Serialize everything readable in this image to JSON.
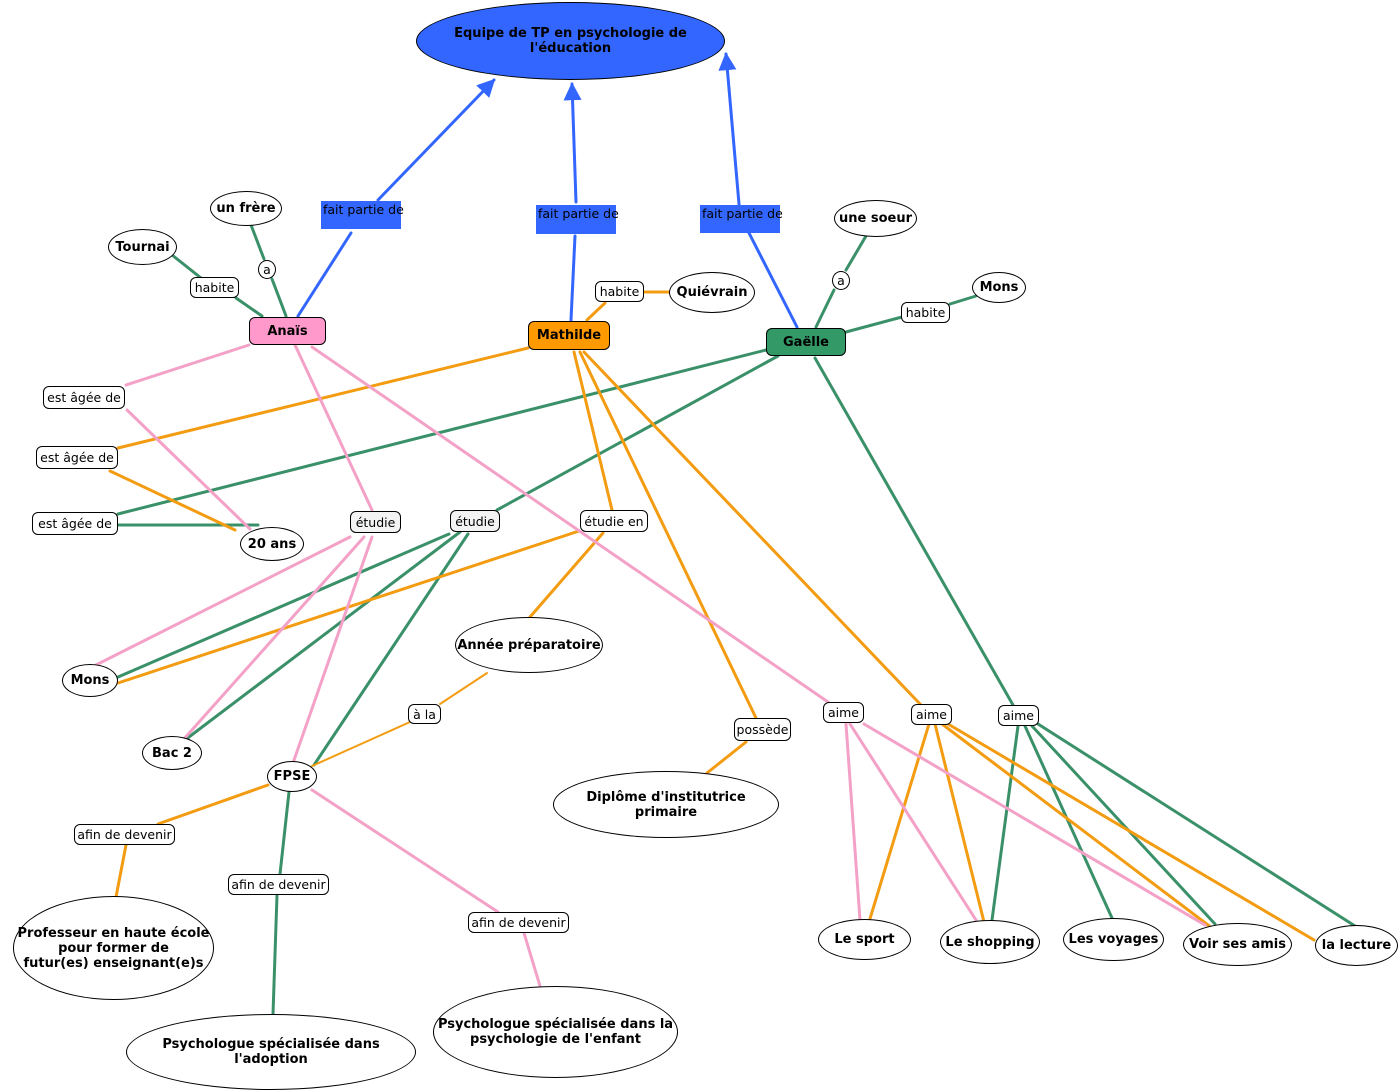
{
  "root": "Equipe de TP en psychologie de l'éducation",
  "people": {
    "anais": {
      "name": "Anaïs",
      "color": "#ff99cc"
    },
    "mathilde": {
      "name": "Mathilde",
      "color": "#ff9900"
    },
    "gaelle": {
      "name": "Gaëlle",
      "color": "#339966"
    }
  },
  "colors": {
    "blue_link": "#3366ff",
    "pink_link": "#f4a1c8",
    "orange_link": "#f39c12",
    "green_link": "#3a9068"
  },
  "link_labels": {
    "fait_partie_de": "fait partie de",
    "a": "a",
    "habite": "habite",
    "est_agee_de": "est âgée de",
    "etudie": "étudie",
    "etudie_en": "étudie en",
    "a_la": "à la",
    "possede": "possède",
    "aime": "aime",
    "afin_de_devenir": "afin de devenir"
  },
  "concepts": {
    "un_frere": "un frère",
    "tournai": "Tournai",
    "quievrain": "Quiévrain",
    "une_soeur": "une soeur",
    "mons_gaelle": "Mons",
    "vingt_ans": "20 ans",
    "mons_etudes": "Mons",
    "bac2": "Bac 2",
    "annee_prep": "Année préparatoire",
    "fpse": "FPSE",
    "diplome": "Diplôme d'institutrice primaire",
    "professeur": "Professeur en haute école\npour former de\nfutur(es) enseignant(e)s",
    "psy_adoption": "Psychologue spécialisée dans l'adoption",
    "psy_enfant": "Psychologue spécialisée dans la\npsychologie de l'enfant",
    "sport": "Le sport",
    "shopping": "Le shopping",
    "voyages": "Les voyages",
    "amis": "Voir ses amis",
    "lecture": "la lecture"
  }
}
